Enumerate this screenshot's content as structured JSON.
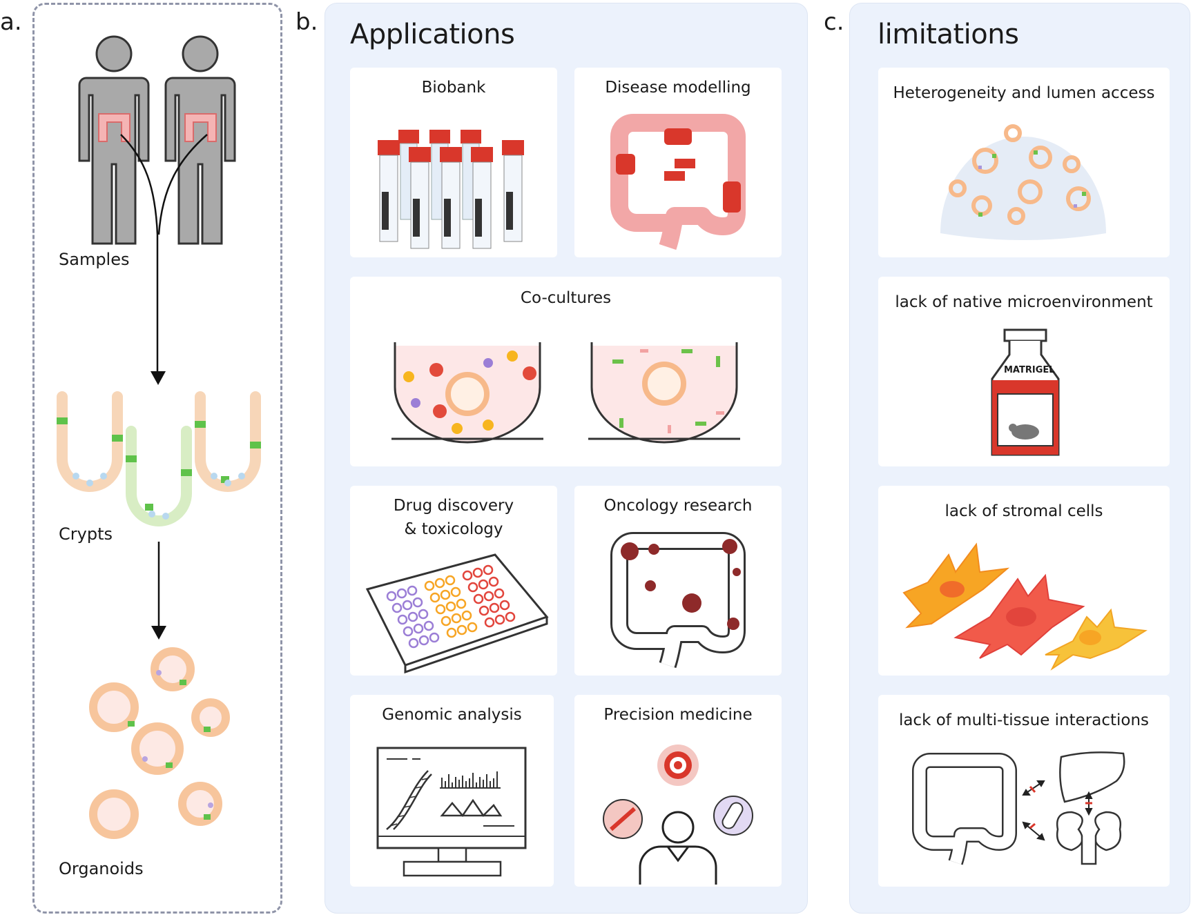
{
  "panel_a": {
    "letter": "a.",
    "samples_label": "Samples",
    "crypts_label": "Crypts",
    "organoids_label": "Organoids"
  },
  "panel_b": {
    "letter": "b.",
    "title": "Applications",
    "cards": {
      "biobank": "Biobank",
      "disease_modelling": "Disease modelling",
      "co_cultures": "Co-cultures",
      "drug_discovery_line1": "Drug discovery",
      "drug_discovery_line2": "& toxicology",
      "oncology": "Oncology research",
      "genomic": "Genomic analysis",
      "precision": "Precision medicine"
    }
  },
  "panel_c": {
    "letter": "c.",
    "title": "limitations",
    "cards": {
      "heterogeneity": "Heterogeneity and lumen access",
      "microenvironment": "lack of native microenvironment",
      "matrigel": "MATRIGEL",
      "stromal": "lack of stromal cells",
      "multi_tissue": "lack of multi-tissue interactions"
    }
  },
  "colors": {
    "panel_bg": "#ecf2fc",
    "red": "#d9372b",
    "pink": "#f6c8c8",
    "green": "#5fc24a",
    "orange": "#f7a524",
    "purple": "#9b8ad6"
  }
}
